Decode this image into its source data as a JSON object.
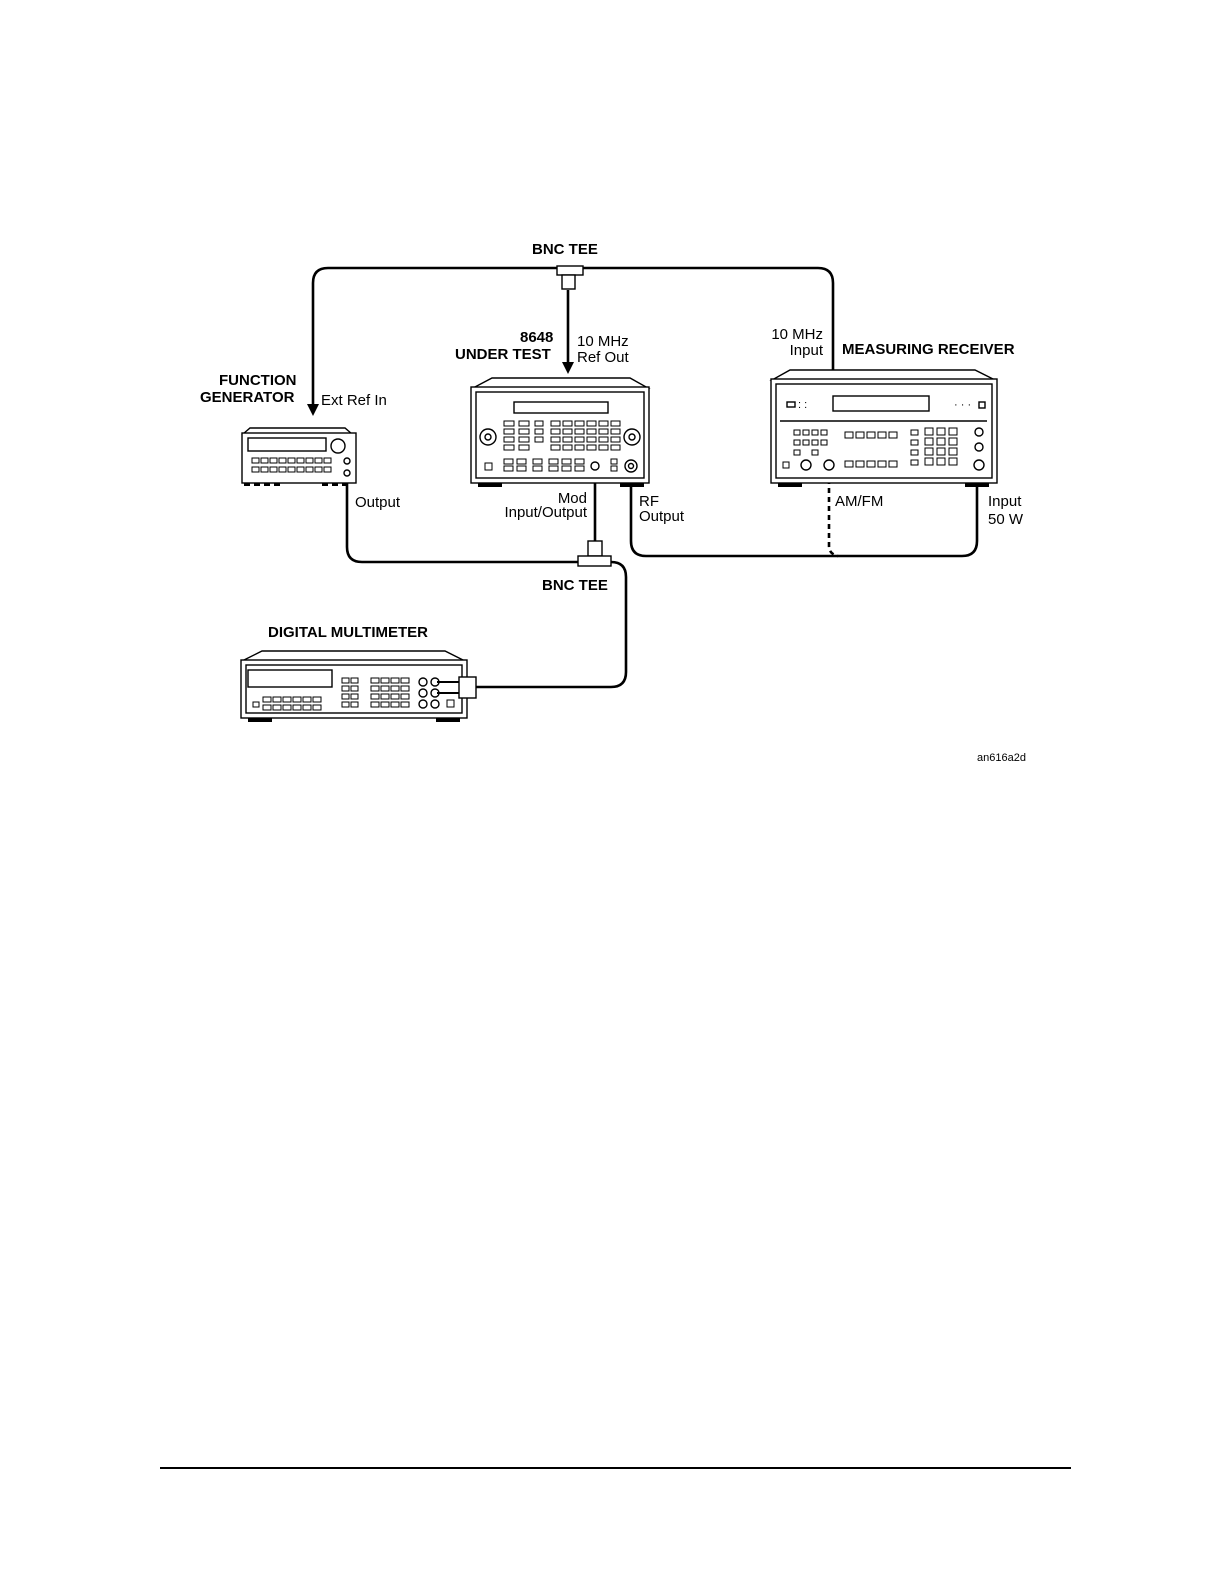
{
  "diagram": {
    "devices": {
      "function_generator": {
        "title_line1": "FUNCTION",
        "title_line2": "GENERATOR"
      },
      "under_test": {
        "title_line1": "8648",
        "title_line2": "UNDER TEST"
      },
      "measuring_receiver": {
        "title": "MEASURING RECEIVER"
      },
      "digital_multimeter": {
        "title": "DIGITAL MULTIMETER"
      }
    },
    "connectors": {
      "bnc_tee_top": "BNC TEE",
      "bnc_tee_bottom": "BNC TEE"
    },
    "ports": {
      "ext_ref_in": "Ext Ref In",
      "fg_output": "Output",
      "ref_out_line1": "10 MHz",
      "ref_out_line2": "Ref Out",
      "mod_io_line1": "Mod",
      "mod_io_line2": "Input/Output",
      "rf_output_line1": "RF",
      "rf_output_line2": "Output",
      "mr_10mhz_input_line1": "10 MHz",
      "mr_10mhz_input_line2": "Input",
      "am_fm": "AM/FM",
      "mr_input_line1": "Input",
      "mr_input_line2": "50 W"
    },
    "figure_id": "an616a2d"
  }
}
